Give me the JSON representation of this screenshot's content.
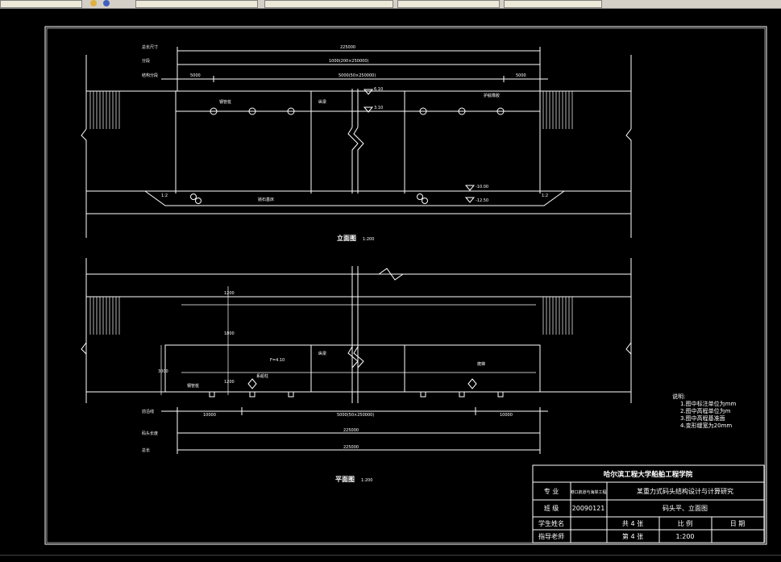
{
  "drawing": {
    "elevation_label": "立面图",
    "elevation_scale": "1:200",
    "plan_label": "平面图",
    "plan_scale": "1:200",
    "elev_notes": {
      "dim_total": "225000",
      "dim_mid": "1000(200×250000)",
      "dim_sub": "5000(50×250000)",
      "dim_left": "5000",
      "dim_right": "5000",
      "dim_label_1": "总长尺寸",
      "dim_label_2": "分段",
      "dim_label_3": "结构分段",
      "elev_top": "6.10",
      "elev_mid": "3.10",
      "elev_bot1": "-10.00",
      "elev_bot2": "-12.50",
      "lbl_pile": "钢管桩",
      "lbl_beam": "纵梁",
      "lbl_fender": "护舷橡胶",
      "lbl_bed": "抛石基床",
      "slope": "1:2"
    },
    "plan_notes": {
      "d1": "1200",
      "d2": "1800",
      "d3": "1200",
      "d4": "3000",
      "span": "F=4.10",
      "lbl_pile": "钢管桩",
      "lbl_bollard": "系船柱",
      "lbl_ladder": "爬梯",
      "lbl_beam": "纵梁",
      "bot_d1": "10000",
      "bot_d2": "5000(50×250000)",
      "bot_d3": "10000",
      "bot_total": "225000",
      "bot_total2": "225000",
      "lbl_a": "前沿线",
      "lbl_b": "码头长度",
      "lbl_c": "总长"
    },
    "notes_title": "说明:",
    "notes": [
      "1.图中标注单位为mm",
      "2.图中高程单位为m",
      "3.图中高程基准面",
      "4.变形缝宽为20mm"
    ]
  },
  "title_block": {
    "school": "哈尔滨工程大学船舶工程学院",
    "major_label": "专  业",
    "major_value": "港口航道与海岸工程",
    "project_title": "某重力式码头结构设计与计算研究",
    "class_label": "班  级",
    "class_value": "20090121",
    "drawing_name": "码头平、立面图",
    "student_label": "学生姓名",
    "sheets_label": "共 4 张",
    "scale_label": "比   例",
    "date_label": "日   期",
    "advisor_label": "指导老师",
    "sheet_no": "第 4 张",
    "scale_value": "1:200"
  }
}
